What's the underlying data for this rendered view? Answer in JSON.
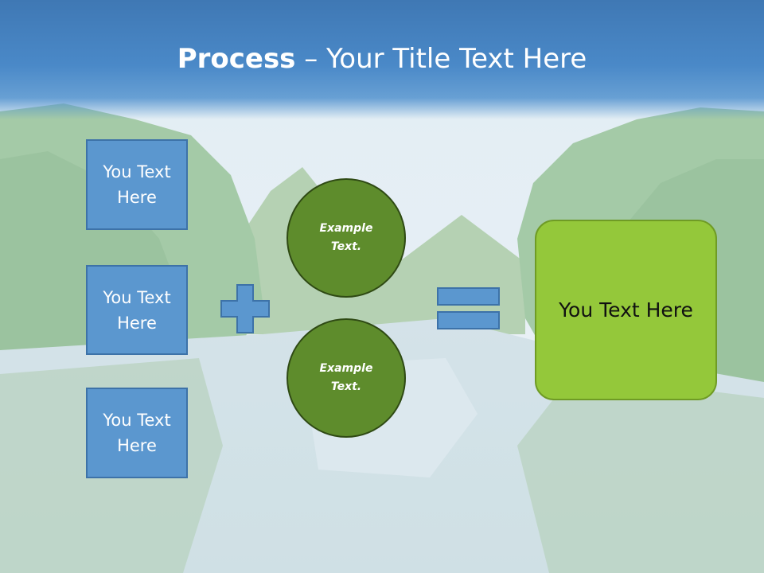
{
  "title": {
    "bold": "Process",
    "rest": " – Your Title Text Here"
  },
  "left_boxes": [
    {
      "label": "You Text Here"
    },
    {
      "label": "You Text Here"
    },
    {
      "label": "You Text Here"
    }
  ],
  "circles": [
    {
      "label": "Example Text."
    },
    {
      "label": "Example Text."
    }
  ],
  "result": {
    "label": "You Text Here"
  },
  "colors": {
    "title_band": "#4a89c8",
    "box_fill": "#5b97cf",
    "circle_fill": "#5e8c2c",
    "result_fill": "#94c83a"
  },
  "icons": {
    "plus": "plus-icon",
    "equals": "equals-icon"
  }
}
